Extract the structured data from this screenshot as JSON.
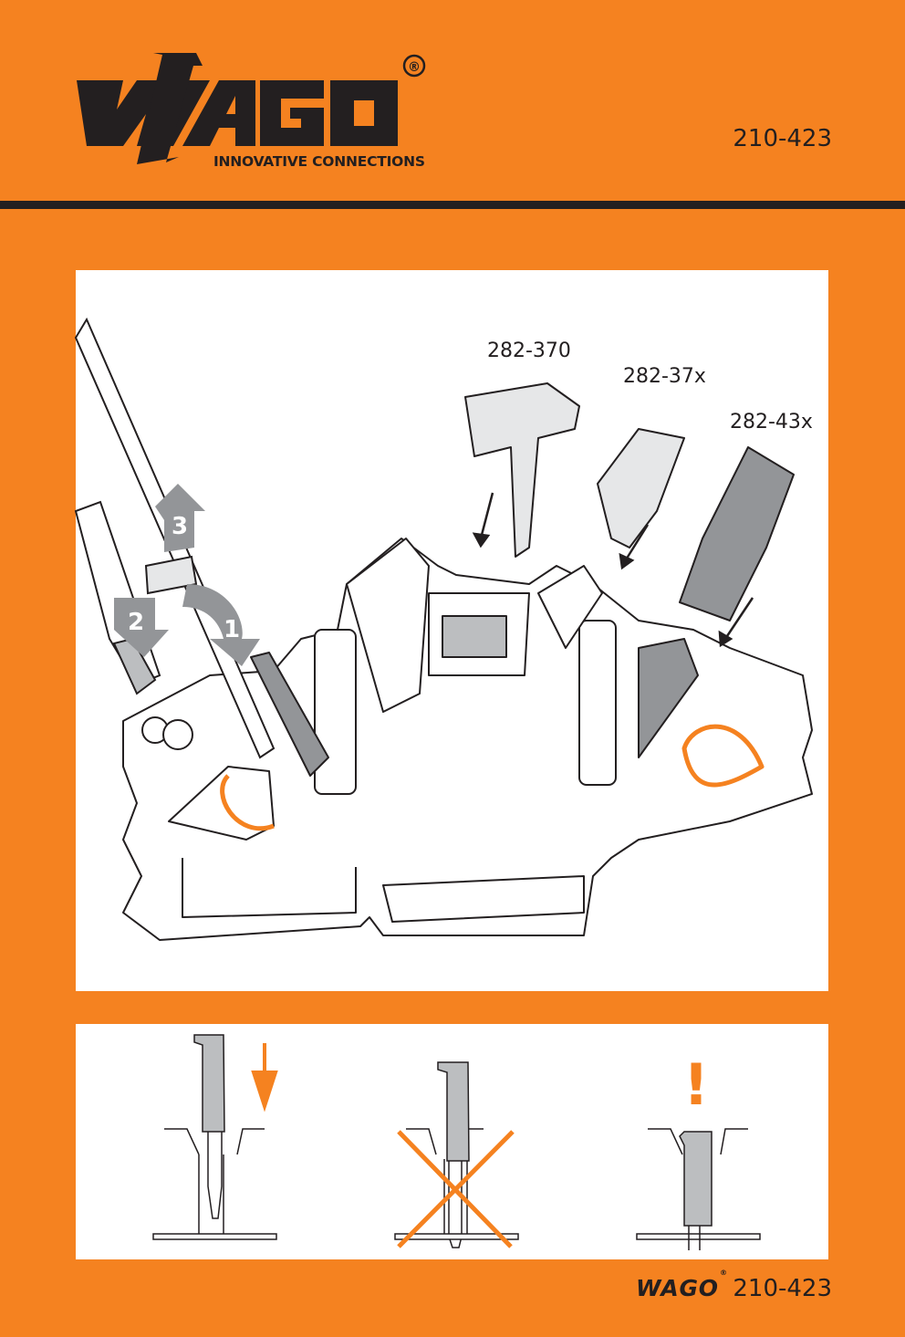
{
  "header": {
    "logo_text": "WAGO",
    "registered_mark": "®",
    "tagline": "INNOVATIVE CONNECTIONS",
    "article_number": "210-423"
  },
  "illustration": {
    "parts": [
      {
        "label": "282-370"
      },
      {
        "label": "282-37x"
      },
      {
        "label": "282-43x"
      }
    ],
    "steps": [
      "1",
      "2",
      "3"
    ]
  },
  "insertion_guide": {
    "warning_mark": "!",
    "panels": [
      "correct-insertion",
      "wrong-insertion",
      "caution-full-insertion"
    ]
  },
  "footer": {
    "logo_text": "WAGO",
    "registered_mark": "®",
    "article_number": "210-423"
  },
  "colors": {
    "brand_orange": "#f58220",
    "black": "#231f20",
    "gray": "#bcbec0"
  }
}
